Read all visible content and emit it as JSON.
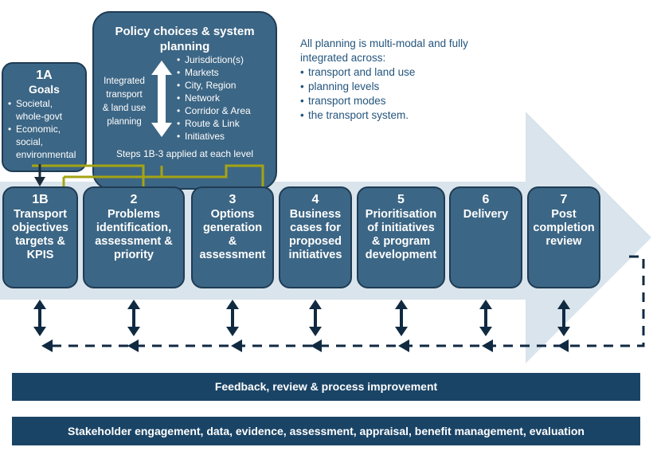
{
  "policy": {
    "title_line1": "Policy choices & system",
    "title_line2": "planning",
    "integrated_lines": [
      "Integrated",
      "transport",
      "& land use",
      "planning"
    ],
    "levels": [
      "Jurisdiction(s)",
      "Markets",
      "City, Region",
      "Network",
      "Corridor & Area",
      "Route & Link",
      "Initiatives"
    ],
    "steps_note": "Steps 1B-3 applied at each level"
  },
  "goals": {
    "id": "1A",
    "title": "Goals",
    "items": [
      "Societal, whole-govt",
      "Economic, social, environmental"
    ]
  },
  "note": {
    "intro_line1": "All planning is multi-modal and fully",
    "intro_line2": "integrated across:",
    "items": [
      "transport and land use",
      "planning levels",
      "transport modes",
      "the transport system."
    ]
  },
  "steps": [
    {
      "num": "1B",
      "lines": [
        "Transport",
        "objectives",
        "targets &",
        "KPIS"
      ]
    },
    {
      "num": "2",
      "lines": [
        "Problems",
        "identification,",
        "assessment &",
        "priority"
      ]
    },
    {
      "num": "3",
      "lines": [
        "Options",
        "generation",
        "&",
        "assessment"
      ]
    },
    {
      "num": "4",
      "lines": [
        "Business",
        "cases for",
        "proposed",
        "initiatives"
      ]
    },
    {
      "num": "5",
      "lines": [
        "Prioritisation",
        "of initiatives",
        "& program",
        "development"
      ]
    },
    {
      "num": "6",
      "lines": [
        "Delivery"
      ]
    },
    {
      "num": "7",
      "lines": [
        "Post",
        "completion",
        "review"
      ]
    }
  ],
  "bars": {
    "feedback": "Feedback, review & process improvement",
    "stakeholder": "Stakeholder engagement, data, evidence, assessment, appraisal, benefit management, evaluation"
  },
  "colors": {
    "box": "#3c6685",
    "bar": "#1a4466",
    "arrow": "#d9e4ec",
    "bracket": "#a4a414",
    "note": "#24557d"
  },
  "icons": {
    "two_way": "double-headed-arrow-icon",
    "dashed": "dashed-arrow-icon"
  }
}
